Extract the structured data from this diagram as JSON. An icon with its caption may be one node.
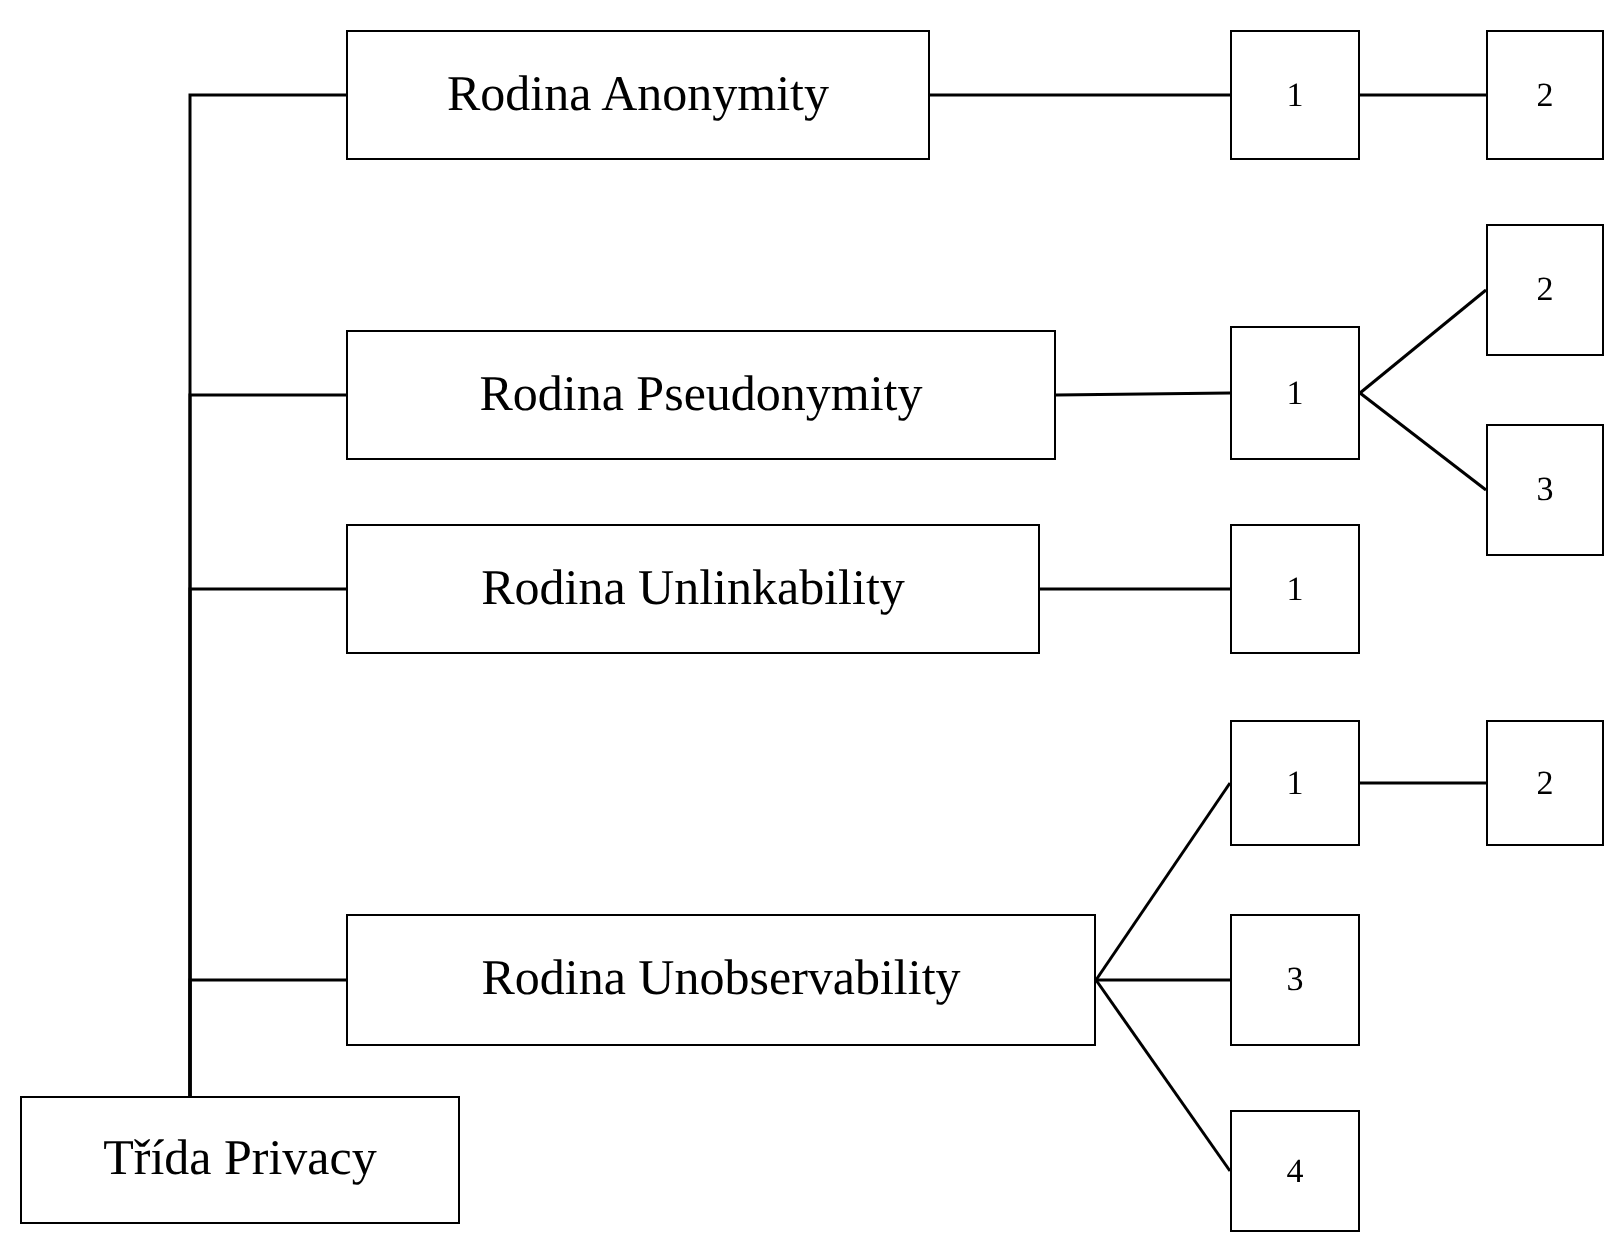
{
  "diagram": {
    "nodes": [
      {
        "text": [
          "Třída Privacy"
        ]
      },
      {
        "text": [
          "Rodina Anonymity"
        ]
      },
      {
        "text": [
          "1"
        ]
      },
      {
        "text": [
          "2"
        ]
      },
      {
        "text": [
          "Rodina Pseudonymity"
        ]
      },
      {
        "text": [
          "1"
        ]
      },
      {
        "text": [
          "2"
        ]
      },
      {
        "text": [
          "3"
        ]
      },
      {
        "text": [
          "Rodina Unlinkability"
        ]
      },
      {
        "text": [
          "1"
        ]
      },
      {
        "text": [
          "Rodina Unobservability"
        ]
      },
      {
        "text": [
          "1"
        ]
      },
      {
        "text": [
          "2"
        ]
      },
      {
        "text": [
          "3"
        ]
      },
      {
        "text": [
          "4"
        ]
      }
    ],
    "edges": [
      {
        "from": 0,
        "to": 1,
        "arrow": "none"
      },
      {
        "from": 0,
        "to": 4,
        "arrow": "none"
      },
      {
        "from": 0,
        "to": 8,
        "arrow": "none"
      },
      {
        "from": 0,
        "to": 10,
        "arrow": "none"
      },
      {
        "from": 1,
        "to": 2,
        "arrow": "none"
      },
      {
        "from": 2,
        "to": 3,
        "arrow": "none"
      },
      {
        "from": 4,
        "to": 5,
        "arrow": "none"
      },
      {
        "from": 5,
        "to": 6,
        "arrow": "none"
      },
      {
        "from": 5,
        "to": 7,
        "arrow": "none"
      },
      {
        "from": 8,
        "to": 9,
        "arrow": "none"
      },
      {
        "from": 10,
        "to": 11,
        "arrow": "none"
      },
      {
        "from": 11,
        "to": 12,
        "arrow": "none"
      },
      {
        "from": 10,
        "to": 13,
        "arrow": "none"
      },
      {
        "from": 10,
        "to": 14,
        "arrow": "none"
      }
    ]
  }
}
